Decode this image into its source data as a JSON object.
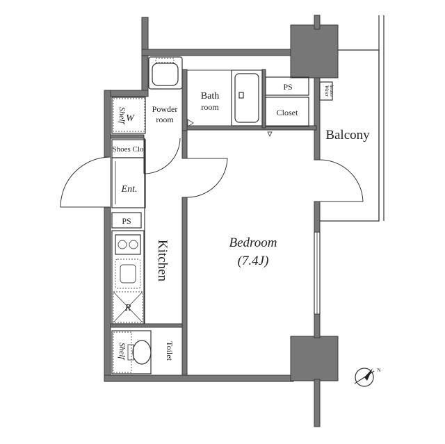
{
  "floor_plan": {
    "rooms": {
      "bath": {
        "label_line1": "Bath",
        "label_line2": "room"
      },
      "powder": {
        "label_line1": "Powder",
        "label_line2": "room"
      },
      "ps_top": {
        "label": "PS"
      },
      "water_heater": {
        "label_line1": "Water",
        "label_line2": "heater"
      },
      "closet": {
        "label": "Closet"
      },
      "balcony": {
        "label": "Balcony"
      },
      "shelf_top": {
        "label": "Shelf"
      },
      "w_mark": {
        "label": "W"
      },
      "shoes_closet": {
        "label": "Shoes Clo"
      },
      "entrance": {
        "label": "Ent."
      },
      "ps_kitchen": {
        "label": "PS"
      },
      "kitchen": {
        "label": "Kitchen"
      },
      "fridge": {
        "label": "R"
      },
      "bedroom": {
        "label": "Bedroom",
        "area": "(7.4J)"
      },
      "shelf_toilet": {
        "label": "Shelf"
      },
      "toilet": {
        "label": "Toilet"
      },
      "compass": {
        "label": "N"
      }
    }
  }
}
